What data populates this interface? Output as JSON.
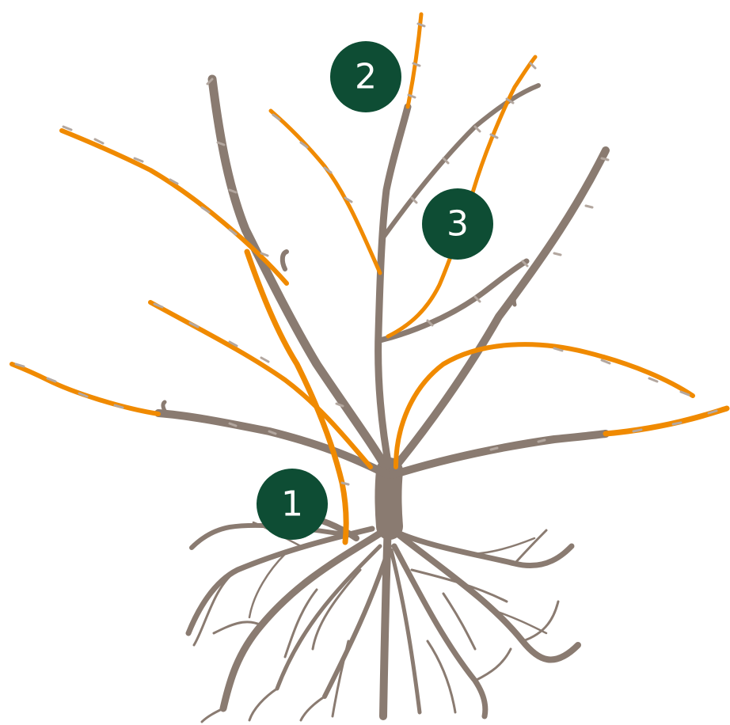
{
  "diagram": {
    "colors": {
      "old_wood": "#8a7b71",
      "new_shoots": "#f08a00",
      "callout_fill": "#0e4d34",
      "callout_text": "#ffffff",
      "buds": "#b3a79f"
    },
    "callouts": [
      {
        "label": "1"
      },
      {
        "label": "2"
      },
      {
        "label": "3"
      }
    ]
  }
}
